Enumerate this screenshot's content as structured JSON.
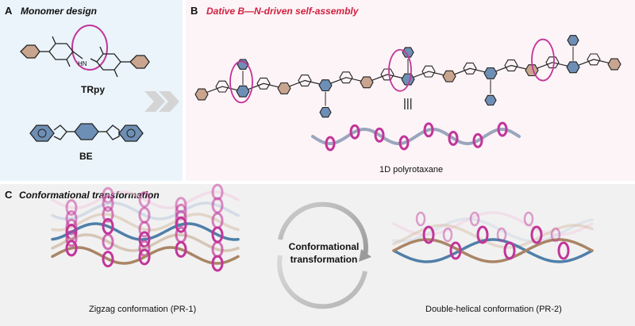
{
  "panel_a": {
    "letter": "A",
    "title": "Monomer design",
    "trpy": "TRpy",
    "be": "BE",
    "hn": "HN"
  },
  "panel_b": {
    "letter": "B",
    "title": "Dative B—N-driven self-assembly",
    "equiv": "|||",
    "caption": "1D polyrotaxane"
  },
  "panel_c": {
    "letter": "C",
    "title": "Conformational transformation",
    "center_line1": "Conformational",
    "center_line2": "transformation",
    "left_caption": "Zigzag conformation (PR-1)",
    "right_caption": "Double-helical conformation (PR-2)"
  },
  "colors": {
    "ring": "#c2359a",
    "brown": "#a98566",
    "blue": "#4f7fa8",
    "pyridine": "#c9a58f",
    "benzene": "#6e8fb5",
    "title_red": "#d0203f"
  }
}
